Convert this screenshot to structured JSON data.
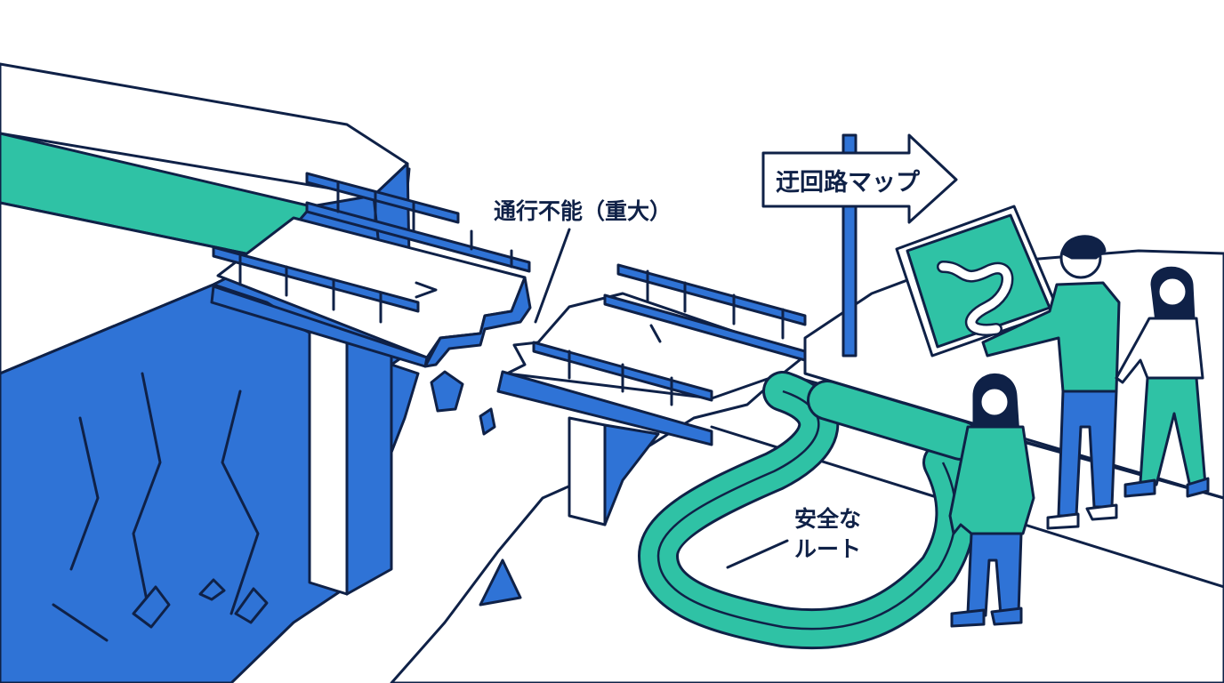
{
  "labels": {
    "detour_sign": "迂回路マップ",
    "bridge_status": "通行不能（重大）",
    "safe_route_line1": "安全な",
    "safe_route_line2": "ルート"
  },
  "colors": {
    "ink": "#0f2147",
    "blue": "#2f73d6",
    "green": "#2fc2a5",
    "background": "#ffffff"
  }
}
